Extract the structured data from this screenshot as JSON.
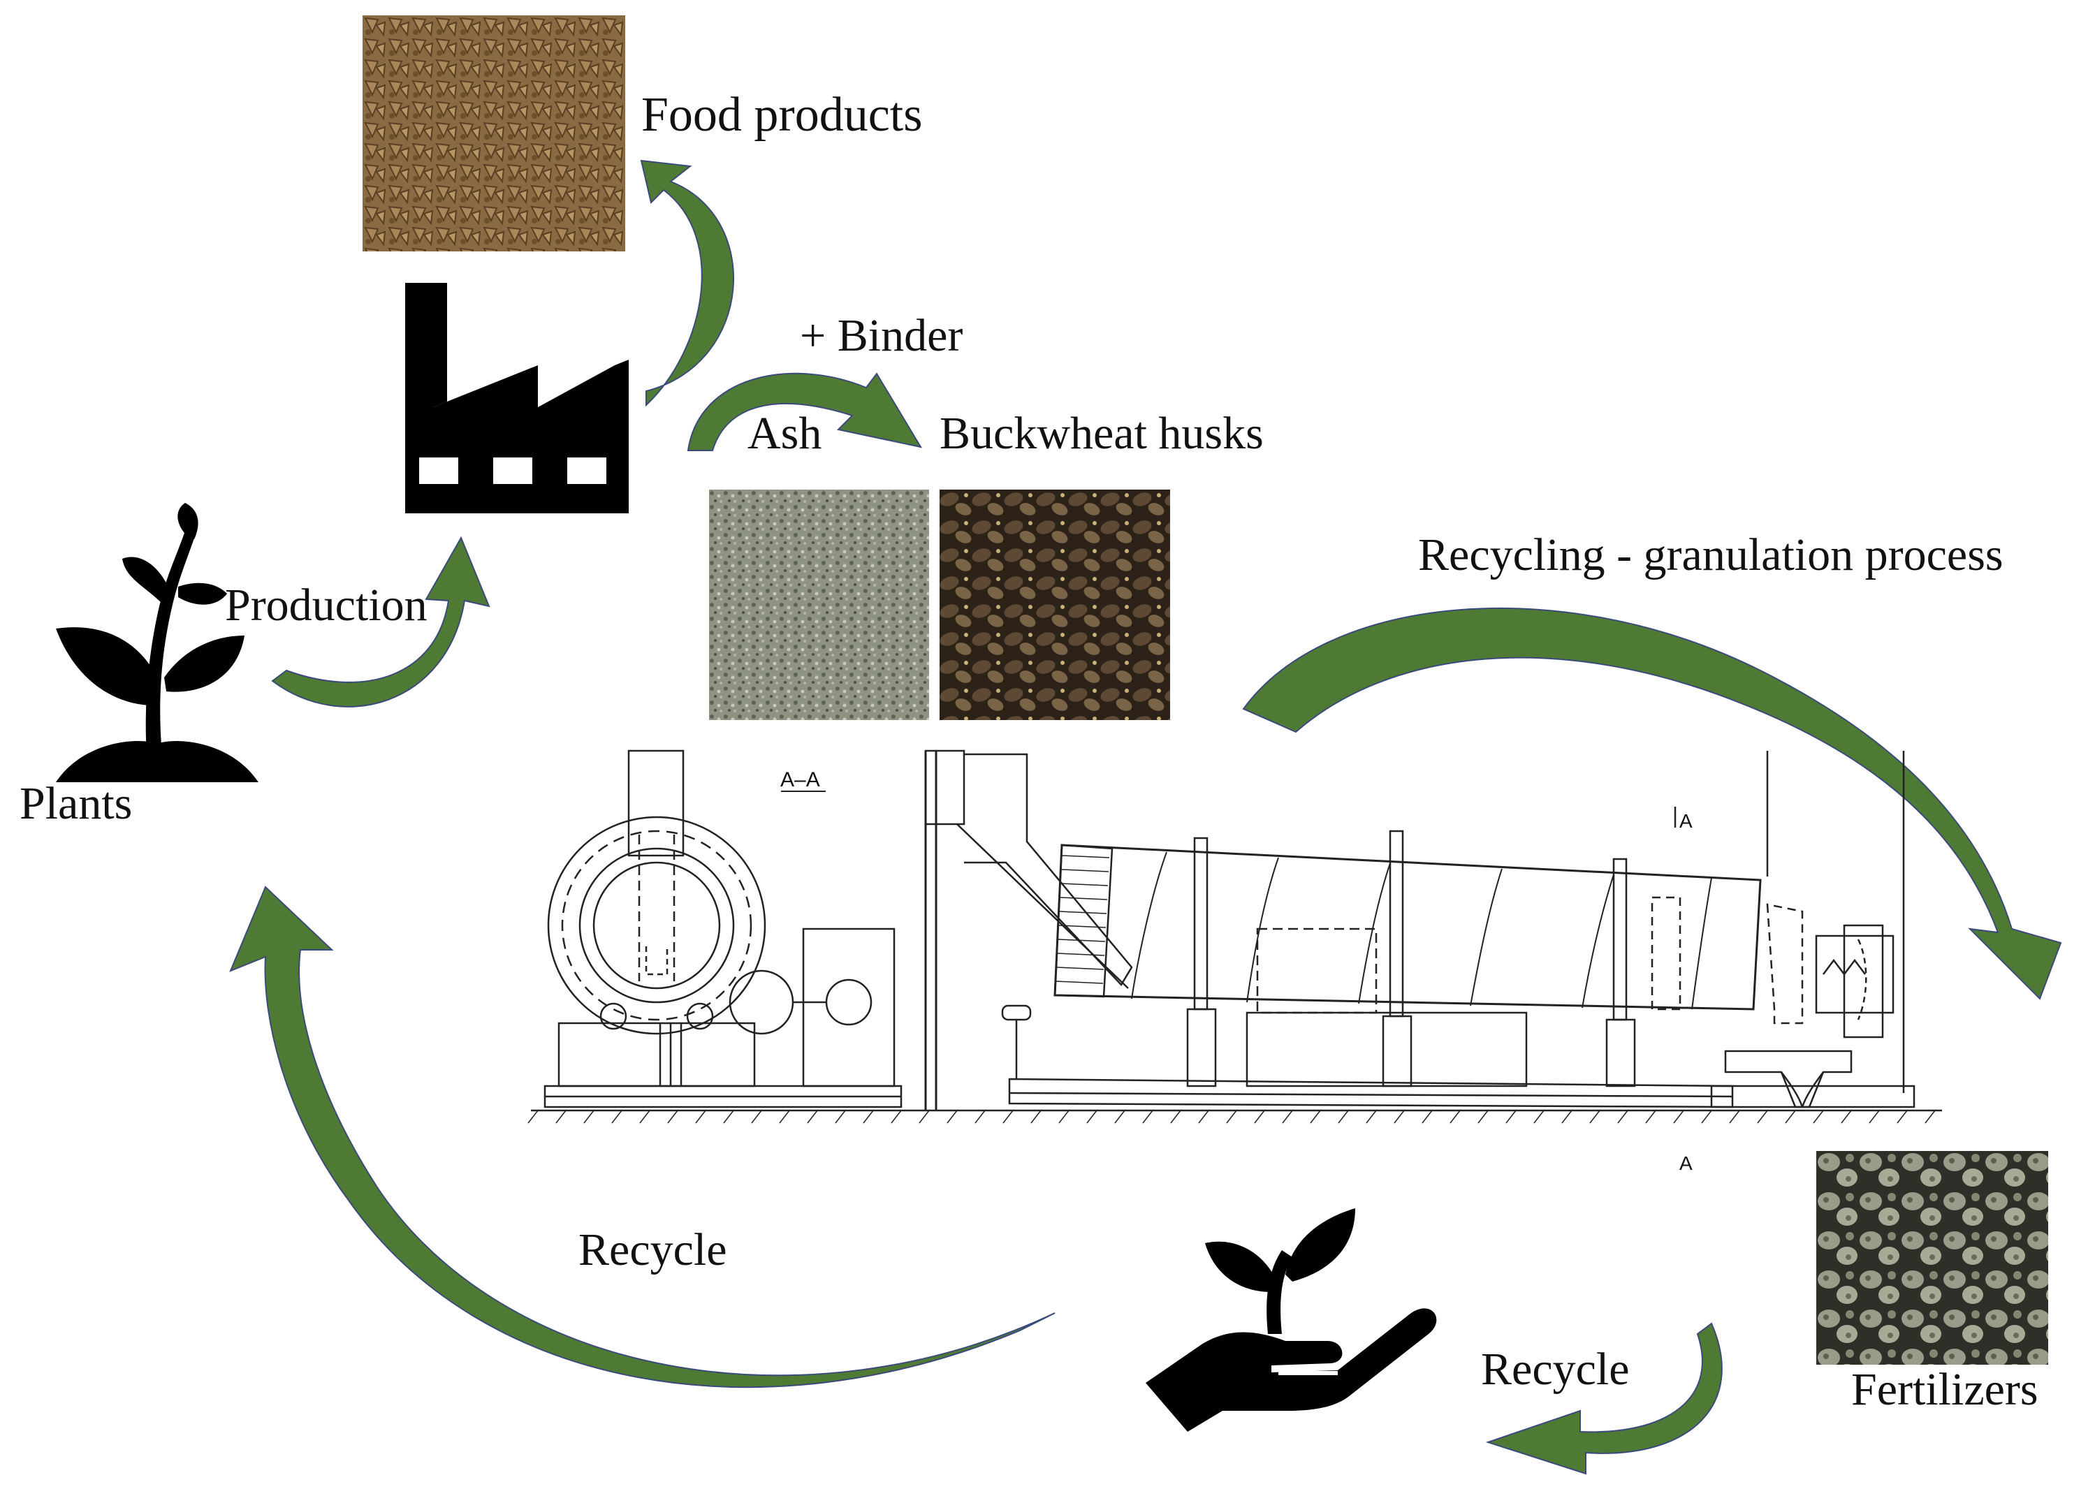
{
  "labels": {
    "food_products": "Food products",
    "binder": "+ Binder",
    "ash": "Ash",
    "buckwheat_husks": "Buckwheat husks",
    "recycling_process": "Recycling - granulation process",
    "production": "Production",
    "plants": "Plants",
    "recycle_left": "Recycle",
    "recycle_right": "Recycle",
    "fertilizers": "Fertilizers",
    "section_label": "A–A",
    "cut_marker_top": "A",
    "cut_marker_bottom": "A"
  },
  "colors": {
    "arrow_green": "#4e7a34",
    "arrow_outline": "#3b4a7a",
    "icon_black": "#000000",
    "drawing_line": "#222222"
  },
  "icons": {
    "plant": "plant-sprout-icon",
    "factory": "factory-icon",
    "hand": "hand-holding-plant-icon"
  }
}
